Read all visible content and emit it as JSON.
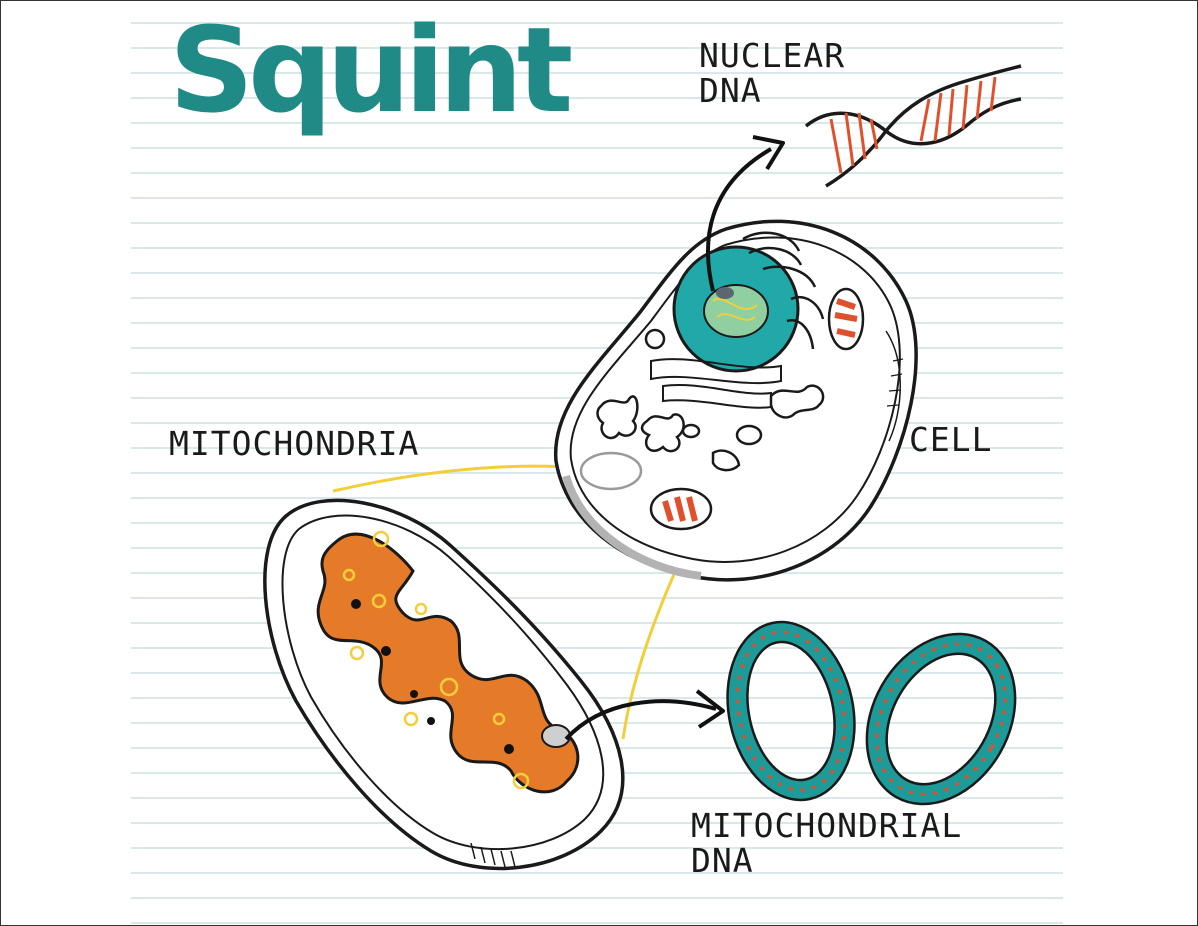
{
  "logo": {
    "text": "Squint",
    "color": "#1f8a86"
  },
  "labels": {
    "nuclear_dna": [
      "NUCLEAR",
      "DNA"
    ],
    "mitochondria": "MITOCHONDRIA",
    "cell": "CELL",
    "mitochondrial_dna": [
      "MITOCHONDRIAL",
      "DNA"
    ]
  },
  "colors": {
    "nucleus": "#20a9a8",
    "mitochondria_fill": "#e57b28",
    "dna_red": "#e0502c",
    "dna_teal": "#1e9a98",
    "highlight": "#f2cf3a",
    "ruled_lines": "#dbe8ea"
  }
}
